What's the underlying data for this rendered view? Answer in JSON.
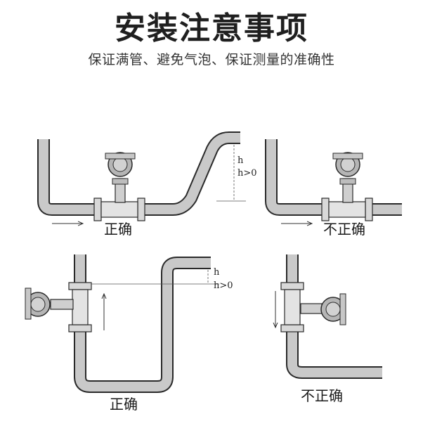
{
  "header": {
    "title": "安装注意事项",
    "subtitle": "保证满管、避免气泡、保证测量的准确性"
  },
  "panels": {
    "top_left": {
      "caption": "正确",
      "h_label": "h",
      "h_cond": "h>0"
    },
    "top_right": {
      "caption": "不正确"
    },
    "bottom_left": {
      "caption": "正确",
      "h_label": "h",
      "h_cond": "h>0"
    },
    "bottom_right": {
      "caption": "不正确"
    }
  },
  "colors": {
    "pipe_fill": "#c9c9c9",
    "pipe_stroke": "#2a2a2a",
    "meter_fill": "#b5b5b5"
  }
}
